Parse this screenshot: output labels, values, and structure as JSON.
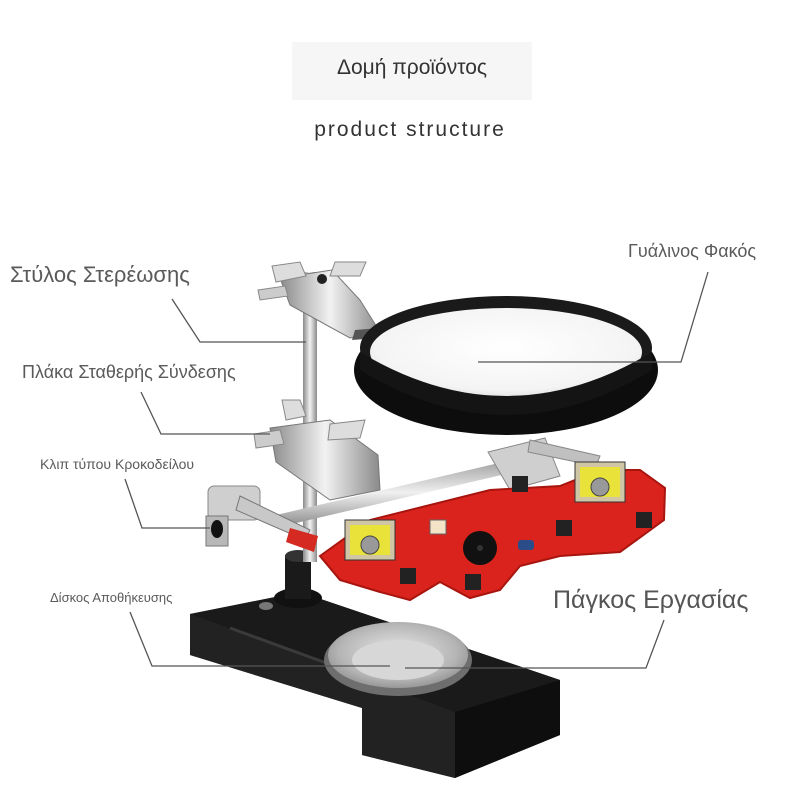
{
  "header": {
    "title": "Δομή προϊόντος",
    "subtitle": "product structure"
  },
  "callouts": {
    "mounting_post": "Στύλος Στερέωσης",
    "fixed_connection_plate": "Πλάκα Σταθερής Σύνδεσης",
    "alligator_clip": "Κλιπ τύπου Κροκοδείλου",
    "storage_dish": "Δίσκος Αποθήκευσης",
    "glass_lens": "Γυάλινος Φακός",
    "workbench": "Πάγκος Εργασίας"
  },
  "colors": {
    "pcb_red": "#d9231c",
    "metal_silver": "#c8c8c8",
    "base_black": "#141414",
    "callout_line": "#555555"
  }
}
